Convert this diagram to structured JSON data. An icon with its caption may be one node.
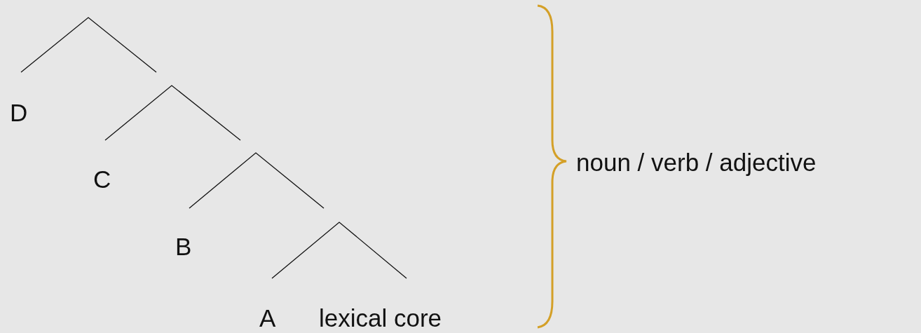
{
  "diagram": {
    "labels": [
      "D",
      "noun / verb / adjective",
      "C",
      "B",
      "A",
      "lexical core"
    ]
  }
}
